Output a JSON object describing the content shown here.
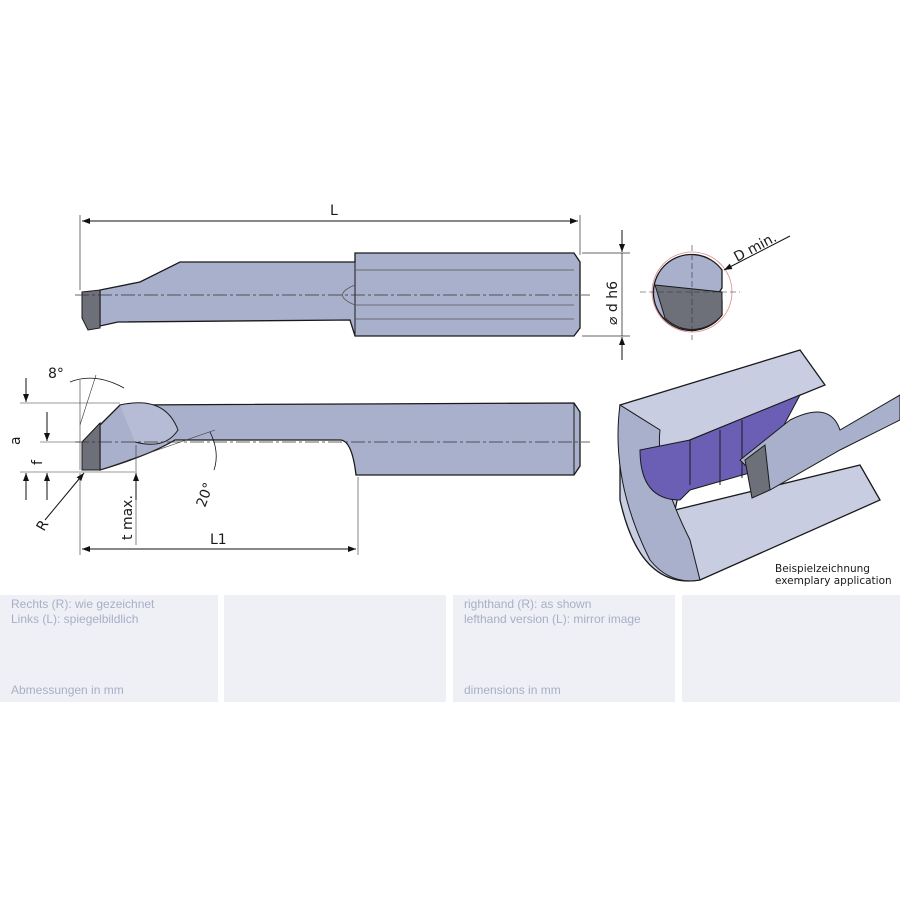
{
  "drawing": {
    "top_view": {
      "length_label": "L",
      "diameter_label": "⌀ d h6"
    },
    "end_view": {
      "bore_label": "D min."
    },
    "side_view": {
      "angle_clearance": "8°",
      "height_a": "a",
      "height_f": "f",
      "radius": "R",
      "depth": "t max.",
      "angle_lead": "20°",
      "length_L1": "L1"
    },
    "application": {
      "caption_de": "Beispielzeichnung",
      "caption_en": "exemplary application"
    }
  },
  "notes": {
    "de_line1": "Rechts (R): wie gezeichnet",
    "de_line2": "Links (L): spiegelbildlich",
    "de_units": "Abmessungen in mm",
    "en_line1": "righthand (R): as shown",
    "en_line2": "lefthand version (L): mirror image",
    "en_units": "dimensions in mm"
  },
  "colors": {
    "tool": "#a9b0cc",
    "insert": "#6d7079",
    "workpiece_bore": "#6b5fb5",
    "workpiece": "#c9cde2"
  }
}
